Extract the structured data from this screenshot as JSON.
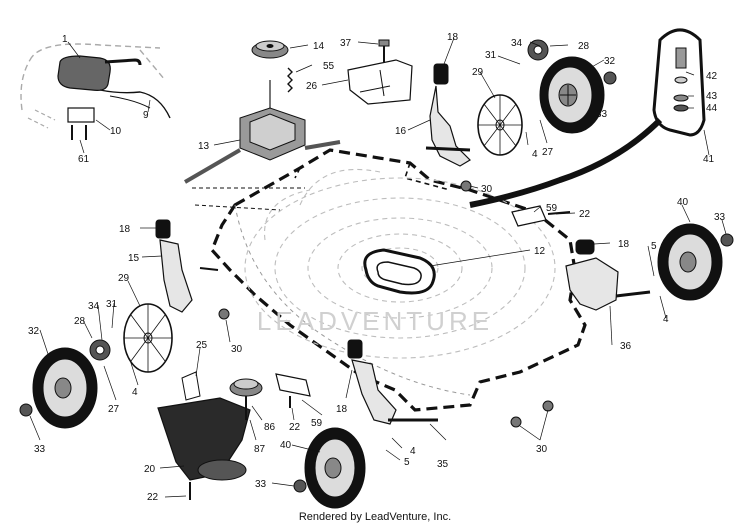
{
  "watermark": "LEADVENTURE",
  "footer": "Rendered by LeadVenture, Inc.",
  "callouts": [
    {
      "id": "c1",
      "text": "1"
    },
    {
      "id": "c14",
      "text": "14"
    },
    {
      "id": "c37",
      "text": "37"
    },
    {
      "id": "c18a",
      "text": "18"
    },
    {
      "id": "c34a",
      "text": "34"
    },
    {
      "id": "c28a",
      "text": "28"
    },
    {
      "id": "c31a",
      "text": "31"
    },
    {
      "id": "c32a",
      "text": "32"
    },
    {
      "id": "c55",
      "text": "55"
    },
    {
      "id": "c26",
      "text": "26"
    },
    {
      "id": "c29a",
      "text": "29"
    },
    {
      "id": "c42",
      "text": "42"
    },
    {
      "id": "c43",
      "text": "43"
    },
    {
      "id": "c44",
      "text": "44"
    },
    {
      "id": "c10",
      "text": "10"
    },
    {
      "id": "c9",
      "text": "9"
    },
    {
      "id": "c61",
      "text": "61"
    },
    {
      "id": "c13",
      "text": "13"
    },
    {
      "id": "c16",
      "text": "16"
    },
    {
      "id": "c4a",
      "text": "4"
    },
    {
      "id": "c27a",
      "text": "27"
    },
    {
      "id": "c33a",
      "text": "33"
    },
    {
      "id": "c41",
      "text": "41"
    },
    {
      "id": "c30a",
      "text": "30"
    },
    {
      "id": "c59a",
      "text": "59"
    },
    {
      "id": "c22a",
      "text": "22"
    },
    {
      "id": "c40a",
      "text": "40"
    },
    {
      "id": "c33b",
      "text": "33"
    },
    {
      "id": "c18b",
      "text": "18"
    },
    {
      "id": "c12",
      "text": "12"
    },
    {
      "id": "c18c",
      "text": "18"
    },
    {
      "id": "c5a",
      "text": "5"
    },
    {
      "id": "c15",
      "text": "15"
    },
    {
      "id": "c29b",
      "text": "29"
    },
    {
      "id": "c34b",
      "text": "34"
    },
    {
      "id": "c31b",
      "text": "31"
    },
    {
      "id": "c28b",
      "text": "28"
    },
    {
      "id": "c32b",
      "text": "32"
    },
    {
      "id": "c4b",
      "text": "4"
    },
    {
      "id": "c30b",
      "text": "30"
    },
    {
      "id": "c4c",
      "text": "4"
    },
    {
      "id": "c36",
      "text": "36"
    },
    {
      "id": "c25",
      "text": "25"
    },
    {
      "id": "c27b",
      "text": "27"
    },
    {
      "id": "c33c",
      "text": "33"
    },
    {
      "id": "c18d",
      "text": "18"
    },
    {
      "id": "c59b",
      "text": "59"
    },
    {
      "id": "c22b",
      "text": "22"
    },
    {
      "id": "c86",
      "text": "86"
    },
    {
      "id": "c87",
      "text": "87"
    },
    {
      "id": "c4d",
      "text": "4"
    },
    {
      "id": "c5b",
      "text": "5"
    },
    {
      "id": "c40b",
      "text": "40"
    },
    {
      "id": "c35",
      "text": "35"
    },
    {
      "id": "c30c",
      "text": "30"
    },
    {
      "id": "c20",
      "text": "20"
    },
    {
      "id": "c33d",
      "text": "33"
    },
    {
      "id": "c22c",
      "text": "22"
    }
  ]
}
